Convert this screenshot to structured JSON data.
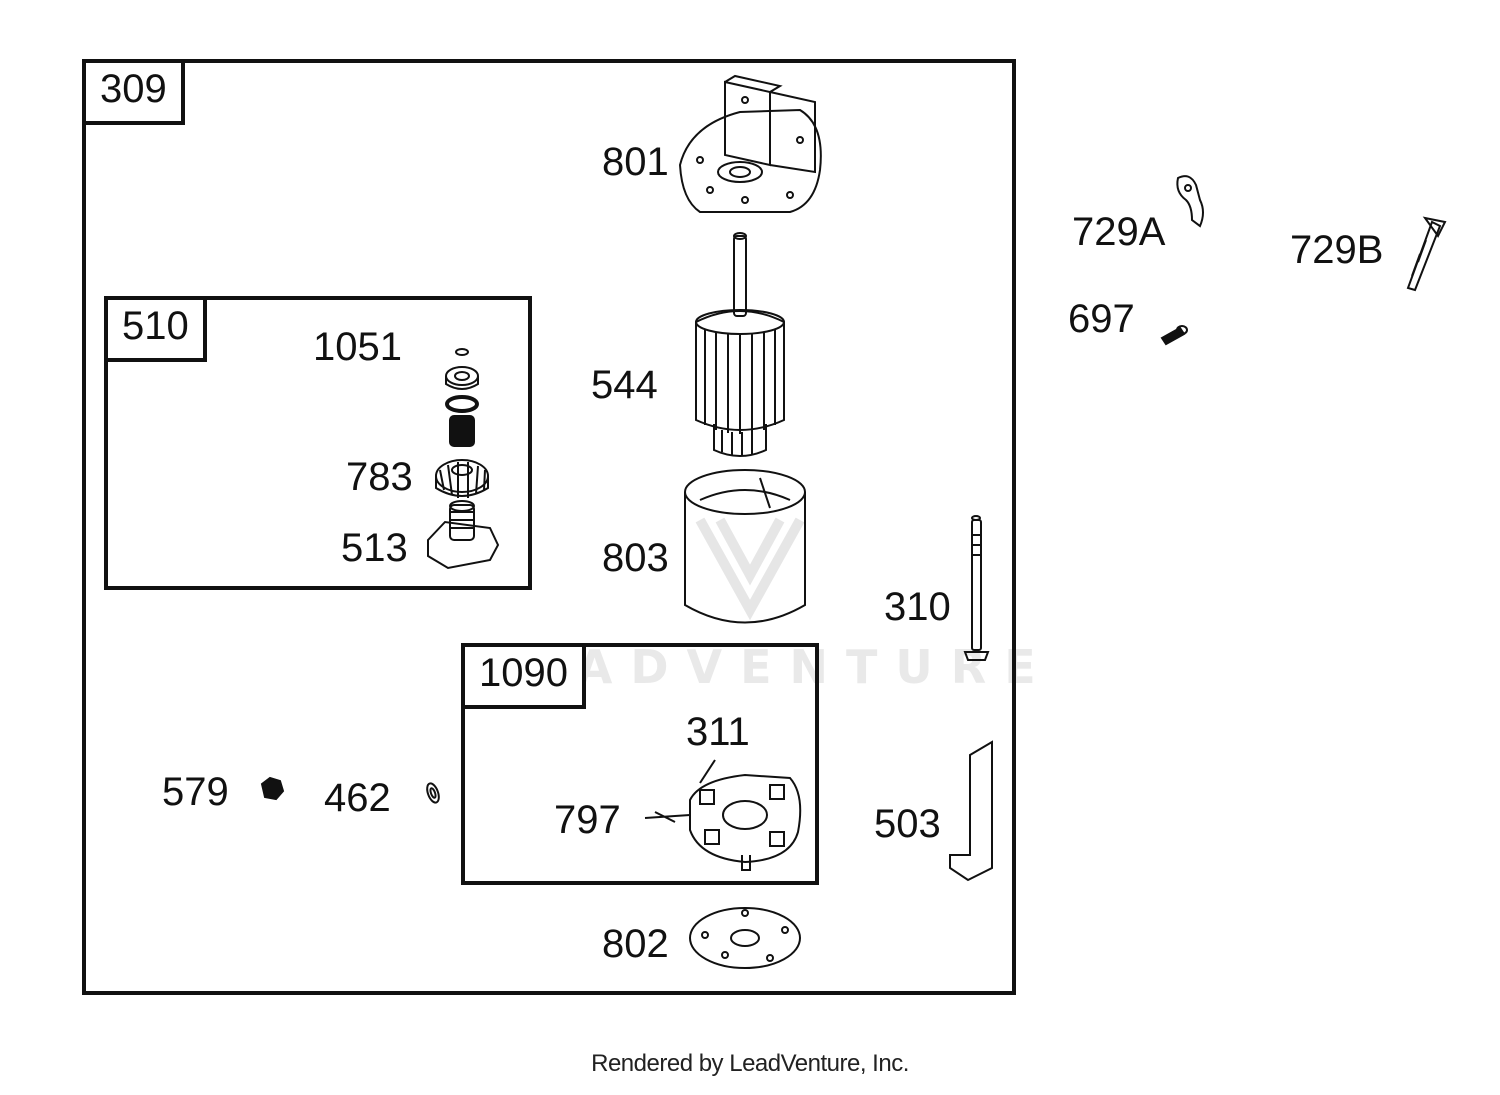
{
  "boxes": {
    "main": "309",
    "drive_assembly": "510",
    "brush_assembly": "1090"
  },
  "callouts": {
    "p801": "801",
    "p544": "544",
    "p803": "803",
    "p310": "310",
    "p311": "311",
    "p797": "797",
    "p503": "503",
    "p802": "802",
    "p579": "579",
    "p462": "462",
    "p1051": "1051",
    "p783": "783",
    "p513": "513",
    "p729a": "729A",
    "p729b": "729B",
    "p697": "697"
  },
  "watermark": "LEADVENTURE",
  "footer": "Rendered by LeadVenture, Inc."
}
